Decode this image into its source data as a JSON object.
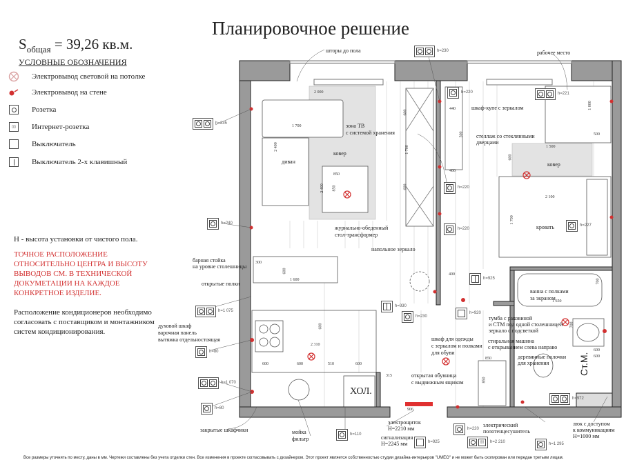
{
  "title": "Планировочное решение",
  "area": {
    "prefix": "S",
    "sub": "общая",
    "value": "= 39,26 кв.м."
  },
  "legend": {
    "title": "УСЛОВНЫЕ ОБОЗНАЧЕНИЯ",
    "items": [
      {
        "icon": "ceiling-light-icon",
        "label": "Электровывод световой на потолке"
      },
      {
        "icon": "wall-outlet-icon",
        "label": "Электровывод на стене"
      },
      {
        "icon": "socket-icon",
        "label": "Розетка"
      },
      {
        "icon": "internet-socket-icon",
        "label": "Интернет-розетка"
      },
      {
        "icon": "switch-icon",
        "label": "Выключатель"
      },
      {
        "icon": "double-switch-icon",
        "label": "Выключатель 2-х клавишный"
      }
    ]
  },
  "notes": {
    "height": "Н - высота установки от чистого пола.",
    "warning": "ТОЧНОЕ РАСПОЛОЖЕНИЕ ОТНОСИТЕЛЬНО ЦЕНТРА И ВЫСОТУ ВЫВОДОВ СМ. В ТЕХНИЧЕСКОЙ ДОКУМЕТАЦИИ НА КАЖДОЕ КОНКРЕТНОЕ ИЗДЕЛИЕ.",
    "ac": "Расположение кондиционеров необходимо согласовать с поставщиком и монтажником систем кондиционирования."
  },
  "labels": {
    "curtains": "шторы до пола",
    "workplace": "рабочее место",
    "tv1": "зона ТВ",
    "tv2": "с системой хранения",
    "rug_living": "ковер",
    "sofa": "диван",
    "table1": "журнально-обеденный",
    "table2": "стол-трансформер",
    "mirror": "напольное зеркало",
    "wardrobe_mirror": "шкаф-купе с зеркалом",
    "shelf1": "стеллаж со стеклянными",
    "shelf2": "дверцами",
    "rug_bed": "ковер",
    "bed": "кровать",
    "bar1": "барная стойка",
    "bar2": "на уровне столешницы",
    "open_shelves": "открытые полки",
    "oven1": "духовой шкаф",
    "oven2": "варочная панель",
    "oven3": "вытяжка отдельностоящая",
    "closed_cab": "закрытые шкафчики",
    "sink1": "мойка",
    "sink2": "фильтр",
    "fridge": "ХОЛ.",
    "panel1": "электрощиток",
    "panel2": "H=2210 мм",
    "alarm1": "сигнализация",
    "alarm2": "H=2245 мм",
    "closet1": "шкаф для одежды",
    "closet2": "с зеркалом и полками",
    "closet3": "для обуви",
    "shoes1": "открытая обувница",
    "shoes2": "с выдвижным ящиком",
    "bath1": "ванна с полками",
    "bath2": "за экраном",
    "vanity1": "тумба с раковиной",
    "vanity2": "и СТМ под одной столешницей",
    "vanity3": "зеркало с подсветкой",
    "washer1": "стиральная машина",
    "washer2": "с открыванием слева направо",
    "wood1": "деревянные полочки",
    "wood2": "для хранения",
    "stm": "Ст.М.",
    "towel1": "электрический",
    "towel2": "полотенцесушитель",
    "hatch1": "люк с доступом",
    "hatch2": "к коммуникациям",
    "hatch3": "H=1000 мм"
  },
  "outlets": [
    {
      "type": [
        "s",
        "s"
      ],
      "h": "h=235"
    },
    {
      "type": [
        "s"
      ],
      "h": "h=240"
    },
    {
      "type": [
        "s",
        "s"
      ],
      "h": "h=230"
    },
    {
      "type": [
        "s"
      ],
      "h": "h=220"
    },
    {
      "type": [
        "s",
        "s"
      ],
      "h": "h=221"
    },
    {
      "type": [
        "s"
      ],
      "h": "h=220"
    },
    {
      "type": [
        "s"
      ],
      "h": "h=220"
    },
    {
      "type": [
        "s"
      ],
      "h": "h=227"
    },
    {
      "type": [
        "w2"
      ],
      "h": "h=925"
    },
    {
      "type": [
        "w"
      ],
      "h": "h=920"
    },
    {
      "type": [
        "w2"
      ],
      "h": "h=930"
    },
    {
      "type": [
        "s"
      ],
      "h": "h=230"
    },
    {
      "type": [
        "s",
        "s"
      ],
      "h": "h=1 075"
    },
    {
      "type": [
        "s"
      ],
      "h": "h=80"
    },
    {
      "type": [
        "s",
        "s"
      ],
      "h": "h=1 070"
    },
    {
      "type": [
        "s"
      ],
      "h": "h=80"
    },
    {
      "type": [
        "s"
      ],
      "h": "h=110"
    },
    {
      "type": [
        "w"
      ],
      "h": "h=925"
    },
    {
      "type": [
        "s"
      ],
      "h": "h=220"
    },
    {
      "type": [
        "s",
        "i"
      ],
      "h": "h=2 210"
    },
    {
      "type": [
        "s"
      ],
      "h": "h=1 295"
    },
    {
      "type": [
        "s",
        "s"
      ],
      "h": "h=972"
    }
  ],
  "dims": [
    "2 000",
    "1 700",
    "2 400",
    "2 400",
    "850",
    "850",
    "600",
    "1 700",
    "600",
    "400",
    "440",
    "500",
    "400",
    "1 500",
    "600",
    "2 100",
    "1 700",
    "1 000",
    "500",
    "300",
    "600",
    "1 600",
    "2 310",
    "600",
    "600",
    "510",
    "600",
    "600",
    "1 650",
    "700",
    "700",
    "600",
    "600",
    "850",
    "850",
    "315",
    "906"
  ],
  "footer": "Все размеры уточнять по месту, даны в мм. Чертежи составлены без учета отделки стен. Все изменения в проекте согласовывать с дизайнером. Этот проект является собственностью студии дизайна-интерьеров \"UMEO\" и не может быть скопирован или передан третьим лицам.",
  "colors": {
    "wall": "#9a9a9a",
    "rug": "#e3e3e3",
    "accent": "#d23030"
  }
}
